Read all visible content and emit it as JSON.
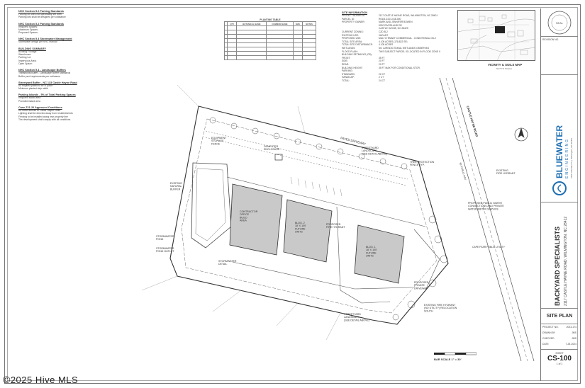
{
  "watermark": {
    "symbol": "©",
    "text": "2025 Hive MLS"
  },
  "notes": {
    "sections": [
      {
        "heading": "NHC Section 5.2 Parking Standards",
        "lines": [
          "Parking for uses not specifically set forth",
          "Parking lots shall be designed per ordinance"
        ]
      },
      {
        "heading": "NHC Section 5.2 Parking Standards",
        "lines": [
          "Required Spaces:",
          "Maximum Spaces:",
          "Proposed Spaces:"
        ]
      },
      {
        "heading": "NHC Section 5.4 Stormwater Management",
        "lines": [
          "Stormwater design per NHC manual"
        ]
      },
      {
        "heading": "BUILDING SUMMARY",
        "lines": [
          "Building Footage:",
          "Warehouse:",
          "Parking Lot:",
          "Impervious Area:",
          "Open Space:"
        ]
      },
      {
        "heading": "NHC Section 5.4 - Landscape Buffers",
        "lines": [
          "Transitional Buffer - Landscape Buffer Standards",
          "Buffer yard requirements per ordinance"
        ]
      },
      {
        "heading": "Streetyard Buffer - NC 133 Castle Hayne Road",
        "lines": [
          "All required plants to be in place",
          "Minimum planted strip width"
        ]
      },
      {
        "heading": "Parking Islands - 5% of Total Parking Spaces",
        "lines": [
          "Required island area",
          "Provided island area"
        ]
      },
      {
        "heading": "Case Z21-20 Approved Conditions",
        "lines": [
          "No direct access to Castle Hayne Road",
          "Lighting shall be directed away from residential lots",
          "Fencing to be installed along rear property line",
          "The development shall comply with all conditions"
        ]
      }
    ]
  },
  "plant_table": {
    "title": "PLANTING TABLE",
    "headers": [
      "",
      "QTY",
      "BOTANICAL NAME",
      "COMMON NAME",
      "SIZE",
      "NOTES"
    ]
  },
  "site_info": {
    "title": "SITE INFORMATION",
    "rows": [
      {
        "k": "PROJECT ADDRESS:",
        "v": "2117 CASTLE HAYNE ROAD, WILMINGTON, NC 28401"
      },
      {
        "k": "PARCEL ID:",
        "v": "R04313-001-018-000"
      },
      {
        "k": "PROPERTY OWNER:",
        "v": "MARK AND JENNIFER BOWEN"
      },
      {
        "k": "",
        "v": "5020 RIVERLAND DR"
      },
      {
        "k": "",
        "v": "CASTLE HAYNE, NC 28429"
      },
      {
        "k": "CURRENT ZONING:",
        "v": "CZD B-2"
      },
      {
        "k": "EXISTING USE:",
        "v": "VACANT"
      },
      {
        "k": "PROPOSED USE:",
        "v": "MULTI-TENANT COMMERCIAL - CONDITIONAL CB-2"
      },
      {
        "k": "TOTAL SITE AREA:",
        "v": "4.105 ACRES (178,822 SF)"
      },
      {
        "k": "TOTAL SITE DISTURBANCE:",
        "v": "4.105 ACRES"
      },
      {
        "k": "WETLANDS:",
        "v": "NO JURISDICTIONAL WETLANDS OBSERVED"
      },
      {
        "k": "FLOOD PLAIN:",
        "v": "THIS SUBJECT PARCEL IS LOCATED IN FLOOD ZONE X"
      },
      {
        "k": "BUILDING SETBACKS (CB):",
        "v": ""
      },
      {
        "k": "FRONT:",
        "v": "35 FT"
      },
      {
        "k": "SIDE:",
        "v": "20 FT"
      },
      {
        "k": "REAR:",
        "v": "20 FT"
      },
      {
        "k": "BUILDING HEIGHT:",
        "v": "35 FT MAX FOR CONDITIONAL STOR."
      },
      {
        "k": "PARKING:",
        "v": ""
      },
      {
        "k": "STANDARD:",
        "v": "22 CT"
      },
      {
        "k": "HANDICAP:",
        "v": "2 CT"
      },
      {
        "k": "TOTAL:",
        "v": "24 CT"
      }
    ]
  },
  "vicinity": {
    "label": "VICINITY & SOILS MAP",
    "sub": "NOT TO SCALE"
  },
  "plan_labels": {
    "bldg1": "BLDG. 1\n18' X 100'\nFUTURE\nUNITS",
    "bldg2": "BLDG. 2\n18' X 100'\nFUTURE\nUNITS",
    "contractor": "CONTRACTOR\nOFFICE\nBUILD\nAREA",
    "streetyard_top": "STREETYARD\nLANDSCAPE\n(SEE DETAIL ABOVE)",
    "streetyard_bottom": "STREETYARD\nLANDSCAPE\n(SEE DETAIL ABOVE)",
    "dumpster": "DUMPSTER\nENCLOSURE",
    "equipment": "EQUIPMENT\nSTORAGE\nFENCE",
    "tree_protection": "TREE PROTECTION\nFENCE TYP.",
    "existing_fire": "EXISTING\nFIRE HYDRANT",
    "proposed_water": "PROPOSED PUBLIC WATER\nCONNECTIONS AND PRIVATE\nWATER METER SERVICE",
    "stormwater_pond": "STORMWATER\nPOND",
    "stormwater_outlet": "STORMWATER\nPOND OUTLET",
    "proposed_fire": "PROPOSED\nFIRE HYDRANT",
    "paved_driveway": "PAVED DRIVEWAY",
    "cape_fear": "CAPE FEAR PUBLIC UTILITY",
    "castle_hayne_rd": "CASTLE HAYNE ROAD",
    "row_66": "66' PUBLIC R/W",
    "existing_natural": "EXISTING\nNATURAL\nBUFFER",
    "stormwater_detail": "STORMWATER\nDETAIL",
    "existing_fire_south": "EXISTING FIRE HYDRANT\n(NO UTILITY) RELOCATION\nSOUTH",
    "proposed_private": "PROPOSED\nPRIVATE\nDRIVEWAY"
  },
  "scale_text": "BAR SCALE 1\" = 30'",
  "title_block": {
    "firm_name": "BLUEWATER",
    "firm_sub": "ENGINEERING",
    "firm_address": "3101 Oleander Dr. | Wilmington, NC 28403",
    "seal_text": "SEAL",
    "revision_label": "REVISION NO.",
    "project_name": "BACKYARD SPECIALISTS",
    "project_address": "2117 CASTLE HAYNE ROAD, WILMINGTON, NC 28412",
    "sheet_title": "SITE PLAN",
    "meta": [
      {
        "k": "PROJECT NO.",
        "v": "2023-174"
      },
      {
        "k": "DRAWN BY",
        "v": "JMS"
      },
      {
        "k": "CHECKED",
        "v": "JMS"
      },
      {
        "k": "DATE",
        "v": "7-25-2024"
      }
    ],
    "sheet_label": "SHEET",
    "sheet_no": "CS-100",
    "sheet_of": "1 of 1"
  }
}
